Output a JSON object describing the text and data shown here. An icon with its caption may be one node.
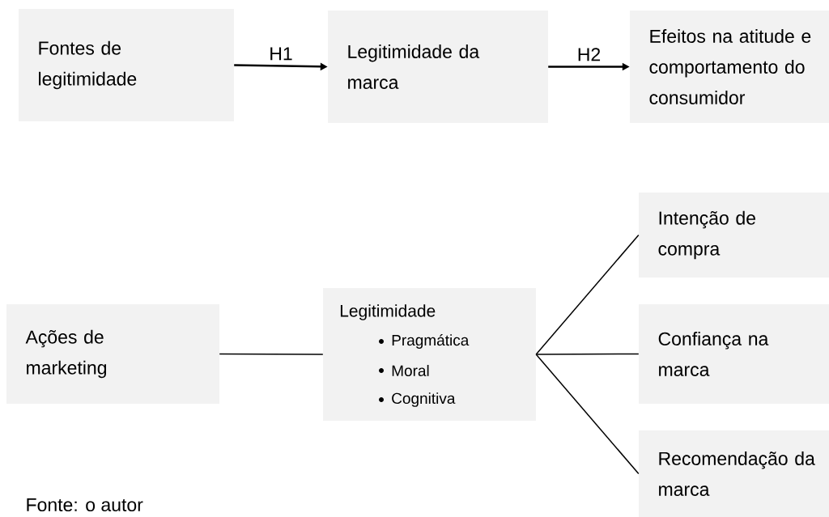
{
  "diagram": {
    "caption": "Fonte: o autor",
    "nodes": [
      {
        "text": [
          "Fontes de legitimidade"
        ]
      },
      {
        "text": [
          "Legitimidade da marca"
        ]
      },
      {
        "text": [
          "Efeitos na atitude e comportamento do consumidor"
        ]
      },
      {
        "text": [
          "Ações de marketing"
        ]
      },
      {
        "text": [
          "Legitimidade",
          "Pragmática",
          "Moral",
          "Cognitiva"
        ]
      },
      {
        "text": [
          "Intenção de compra"
        ]
      },
      {
        "text": [
          "Confiança na marca"
        ]
      },
      {
        "text": [
          "Recomendação da marca"
        ]
      }
    ],
    "edges": [
      {
        "from": 0,
        "to": 1,
        "arrow": "to",
        "label": "H1"
      },
      {
        "from": 1,
        "to": 2,
        "arrow": "to",
        "label": "H2"
      },
      {
        "from": 3,
        "to": 4,
        "arrow": "none"
      },
      {
        "from": 4,
        "to": 5,
        "arrow": "none"
      },
      {
        "from": 4,
        "to": 6,
        "arrow": "none"
      },
      {
        "from": 4,
        "to": 7,
        "arrow": "none"
      }
    ]
  }
}
